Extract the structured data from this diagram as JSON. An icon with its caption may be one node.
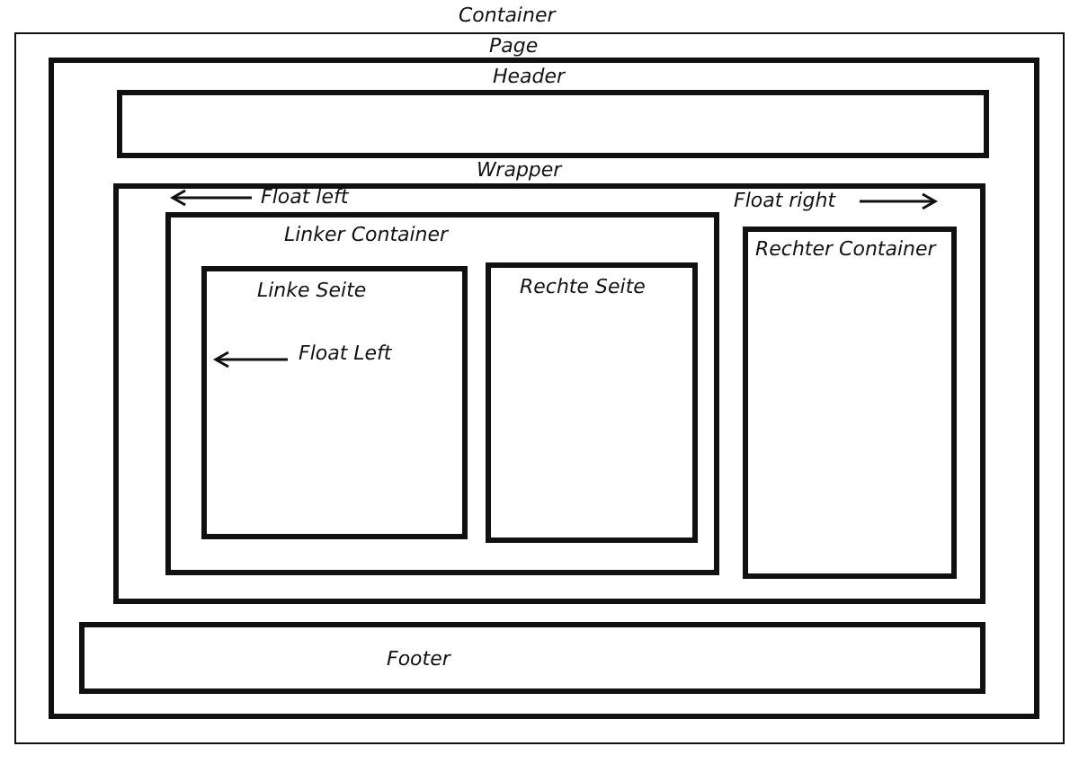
{
  "diagram": {
    "nodes": [
      {
        "text": [
          "Container"
        ]
      },
      {
        "text": [
          "Page"
        ],
        "in": 0
      },
      {
        "text": [
          "Header"
        ],
        "in": 1
      },
      {
        "text": [
          "Wrapper"
        ],
        "in": 1
      },
      {
        "text": [
          "Linker Container"
        ],
        "in": 3,
        "beside": [
          "Float left"
        ]
      },
      {
        "text": [
          "Linke Seite",
          "Float Left"
        ],
        "in": 4
      },
      {
        "text": [
          "Rechte Seite"
        ],
        "in": 4
      },
      {
        "text": [
          "Rechter Container"
        ],
        "in": 3,
        "beside": [
          "Float right"
        ]
      },
      {
        "text": [
          "Footer"
        ],
        "in": 1
      }
    ],
    "edges": []
  }
}
